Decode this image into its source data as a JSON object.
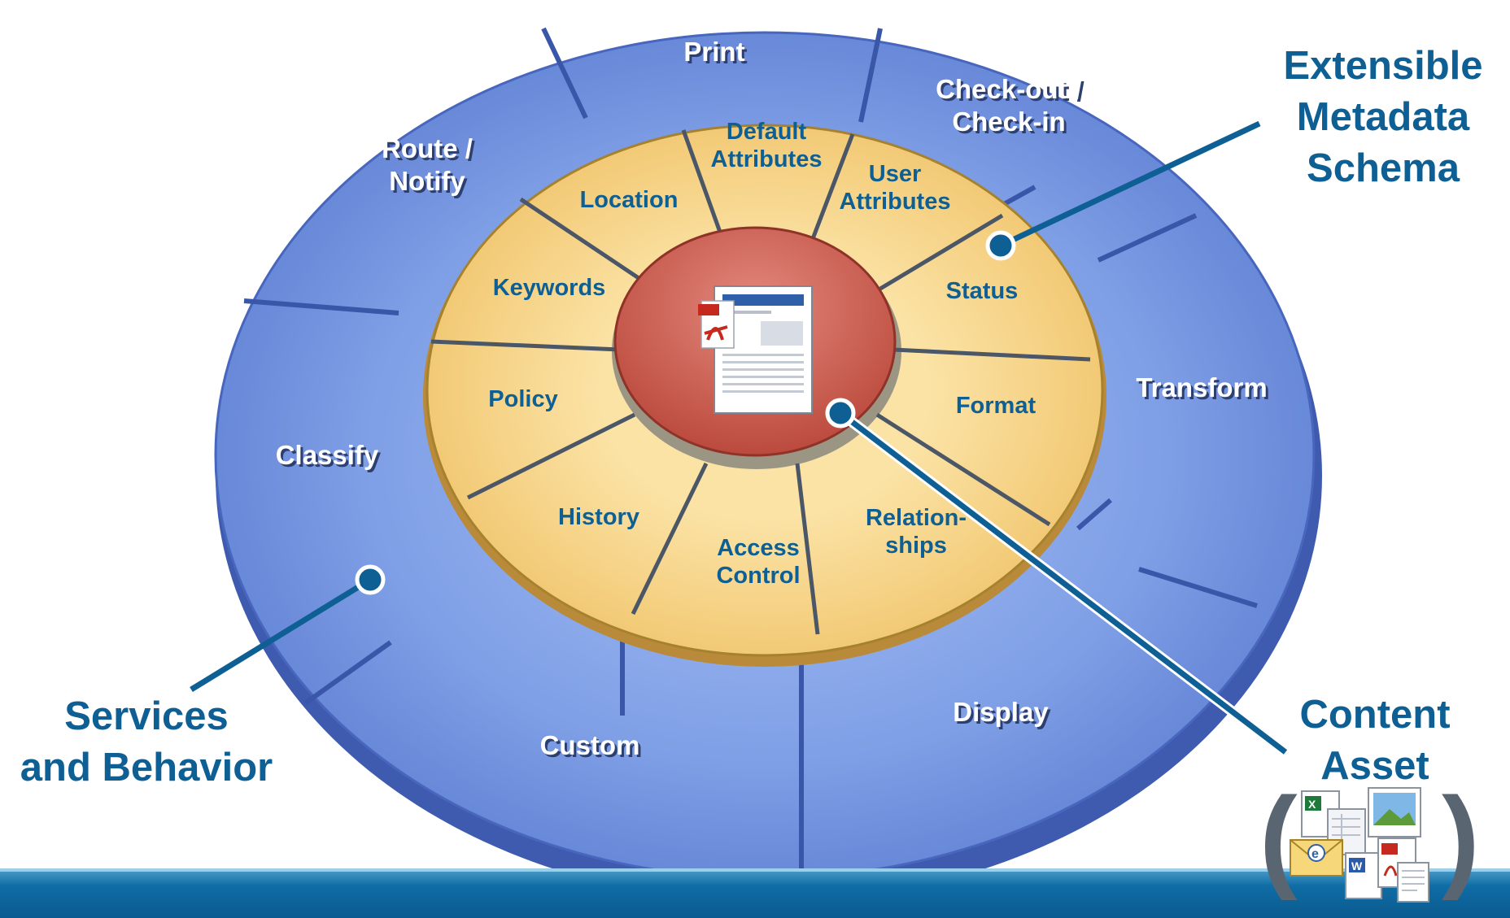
{
  "inner_ring": [
    {
      "lines": [
        "Default",
        "Attributes"
      ]
    },
    {
      "lines": [
        "User",
        "Attributes"
      ]
    },
    {
      "lines": [
        "Status"
      ]
    },
    {
      "lines": [
        "Format"
      ]
    },
    {
      "lines": [
        "Relation-",
        "ships"
      ]
    },
    {
      "lines": [
        "Access",
        "Control"
      ]
    },
    {
      "lines": [
        "History"
      ]
    },
    {
      "lines": [
        "Policy"
      ]
    },
    {
      "lines": [
        "Keywords"
      ]
    },
    {
      "lines": [
        "Location"
      ]
    }
  ],
  "outer_ring": [
    {
      "lines": [
        "Print"
      ]
    },
    {
      "lines": [
        "Check-out /",
        "Check-in"
      ]
    },
    {
      "lines": [
        "Transform"
      ]
    },
    {
      "lines": [
        "Display"
      ]
    },
    {
      "lines": [
        "Custom"
      ]
    },
    {
      "lines": [
        "Classify"
      ]
    },
    {
      "lines": [
        "Route /",
        "Notify"
      ]
    }
  ],
  "callouts": {
    "schema": [
      "Extensible",
      "Metadata",
      "Schema"
    ],
    "services": [
      "Services",
      "and Behavior"
    ],
    "asset": [
      "Content",
      "Asset"
    ]
  },
  "colors": {
    "outer_ring": "#7a9fe6",
    "inner_ring": "#f5cd78",
    "center": "#cf5b4e",
    "label_text": "#0d5f94",
    "outer_label": "#ffffff"
  },
  "icons": {
    "center_document": "pdf-document-icon",
    "asset_files": [
      "excel-icon",
      "word-icon",
      "email-icon",
      "image-icon",
      "pdf-icon",
      "spreadsheet-icon"
    ]
  }
}
